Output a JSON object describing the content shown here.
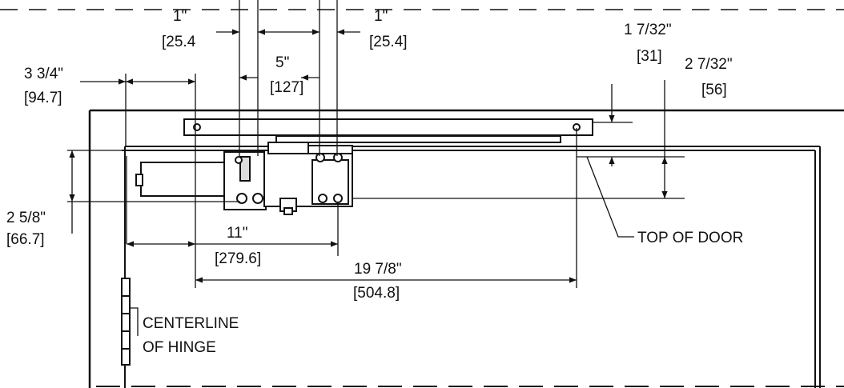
{
  "dimensions": {
    "d1_left": {
      "imperial": "1\"",
      "metric": "[25.4"
    },
    "d1_right": {
      "imperial": "1\"",
      "metric": "[25.4]"
    },
    "d2": {
      "imperial": "5\"",
      "metric": "[127]"
    },
    "d3": {
      "imperial": "3 3/4\"",
      "metric": "[94.7]"
    },
    "d4": {
      "imperial": "1 7/32\"",
      "metric": "[31]"
    },
    "d5": {
      "imperial": "2 7/32\"",
      "metric": "[56]"
    },
    "d6": {
      "imperial": "2 5/8\"",
      "metric": "[66.7]"
    },
    "d7": {
      "imperial": "11\"",
      "metric": "[279.6]"
    },
    "d8": {
      "imperial": "19 7/8\"",
      "metric": "[504.8]"
    }
  },
  "labels": {
    "top_of_door": "TOP OF DOOR",
    "centerline_line1": "CENTERLINE",
    "centerline_line2": "OF HINGE"
  },
  "colors": {
    "ink": "#111111",
    "paper": "#ffffff"
  }
}
